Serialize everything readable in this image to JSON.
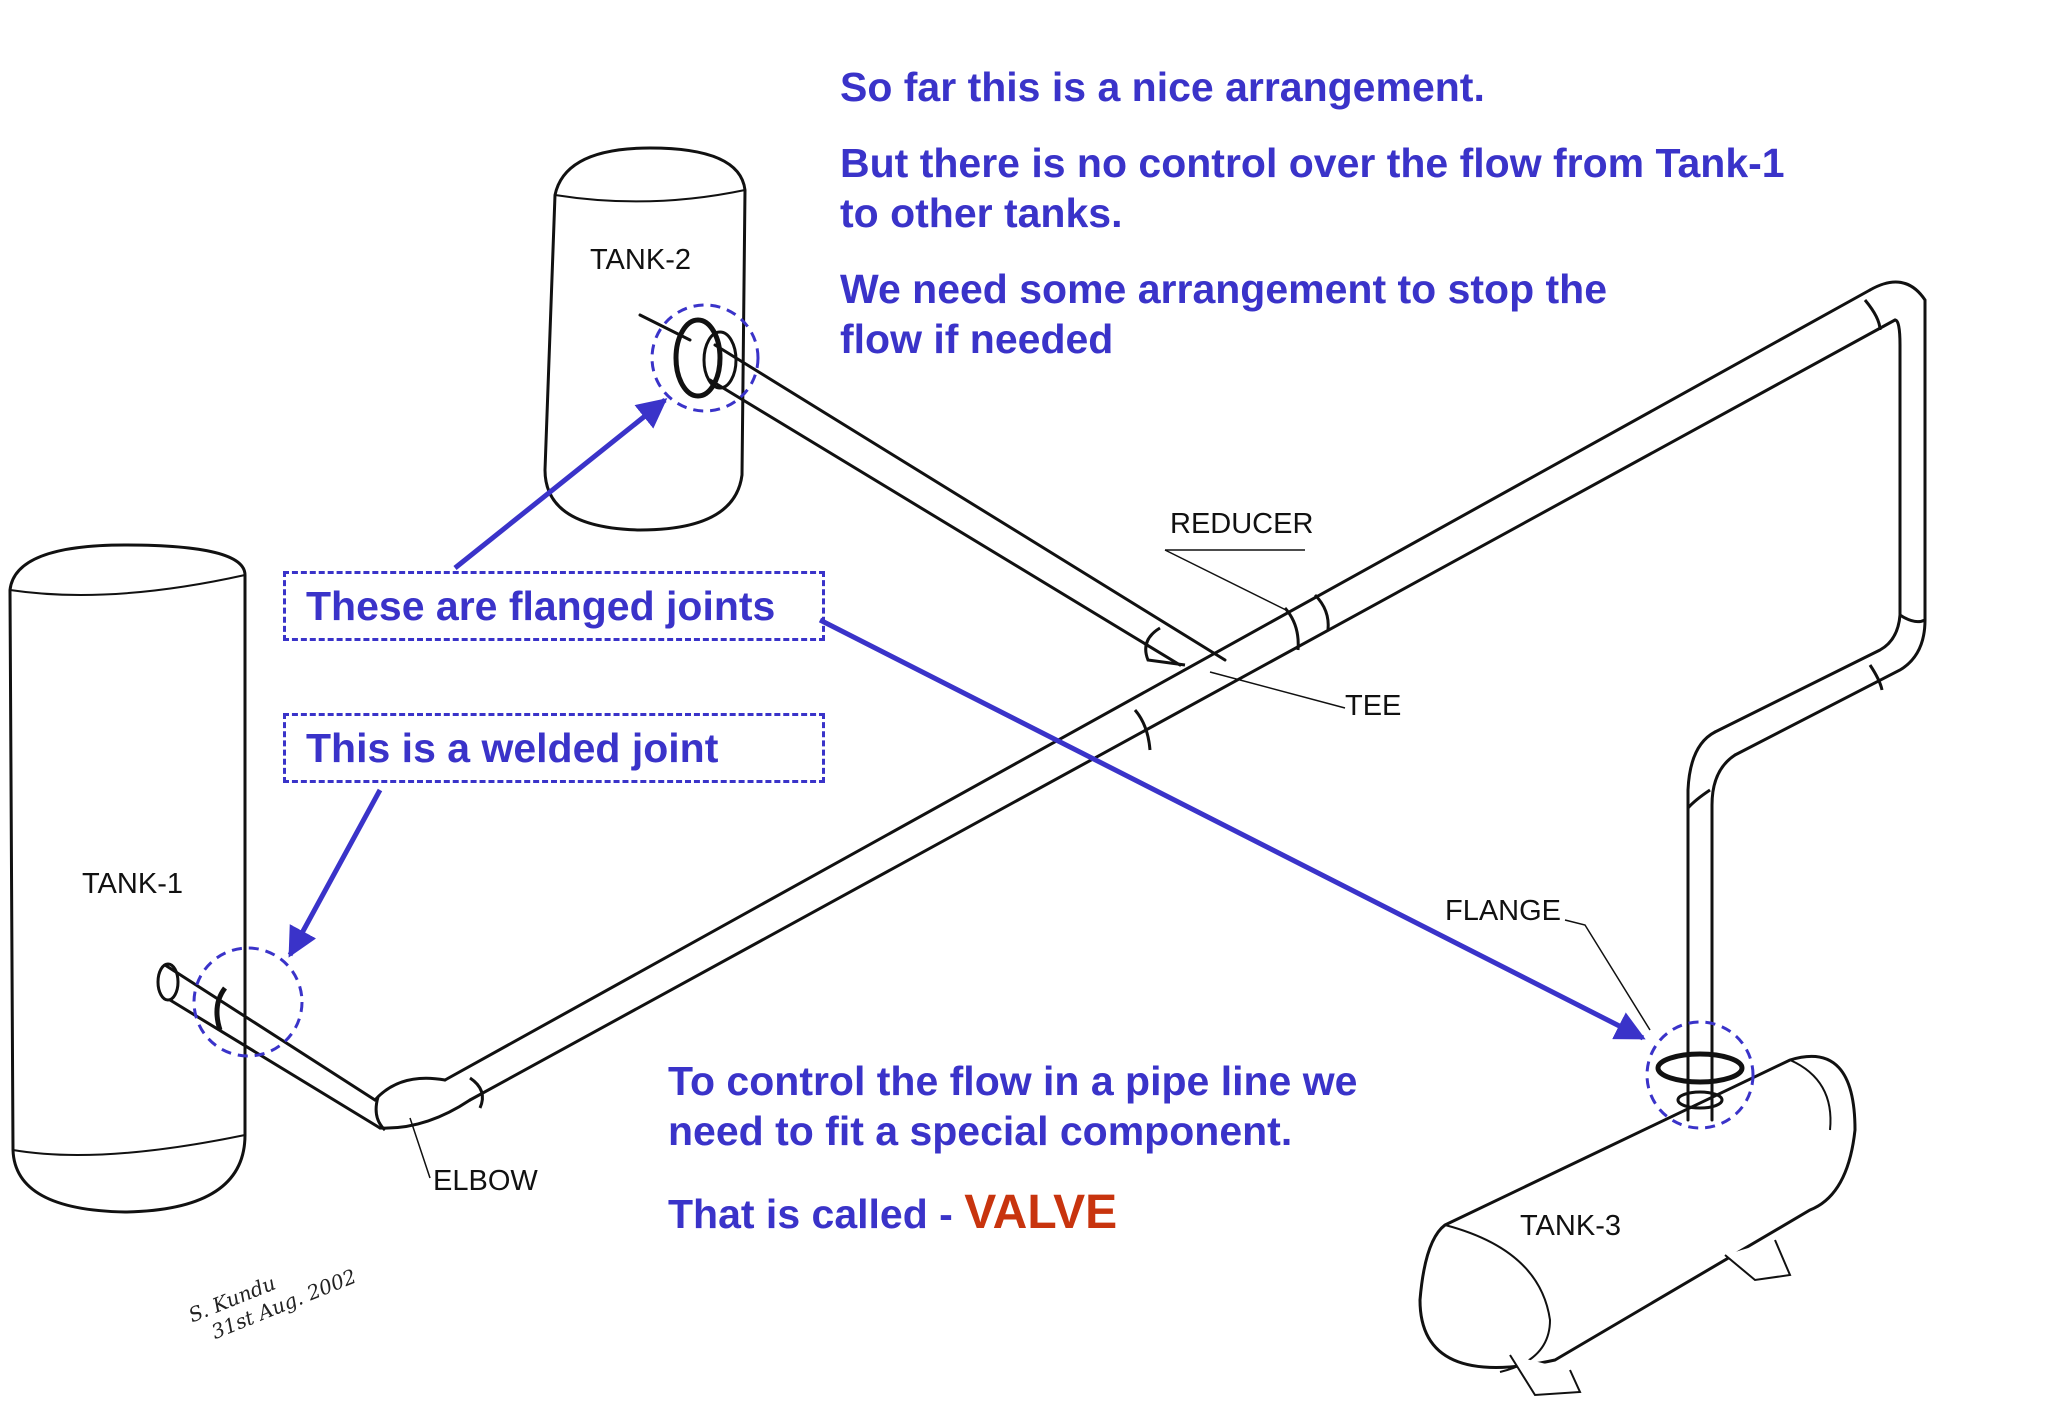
{
  "intro": {
    "line1": "So far this is a nice arrangement.",
    "line2a": "But there is no control over the flow from Tank-1",
    "line2b": "to other tanks.",
    "line3a": "We need some arrangement to stop the",
    "line3b": "flow if needed"
  },
  "callouts": {
    "flanged": "These are flanged joints",
    "welded": "This is a welded joint"
  },
  "conclusion": {
    "line1": "To control the flow in a pipe line we",
    "line2": "need to fit a special component.",
    "line3_prefix": "That is called - ",
    "line3_highlight": "VALVE"
  },
  "labels": {
    "tank1": "TANK-1",
    "tank2": "TANK-2",
    "tank3": "TANK-3",
    "reducer": "REDUCER",
    "tee": "TEE",
    "flange": "FLANGE",
    "elbow": "ELBOW"
  },
  "signature": {
    "name": "S. Kundu",
    "date": "31st Aug. 2002"
  },
  "colors": {
    "annotation": "#3a33c9",
    "highlight": "#c8340e",
    "ink": "#111111"
  }
}
